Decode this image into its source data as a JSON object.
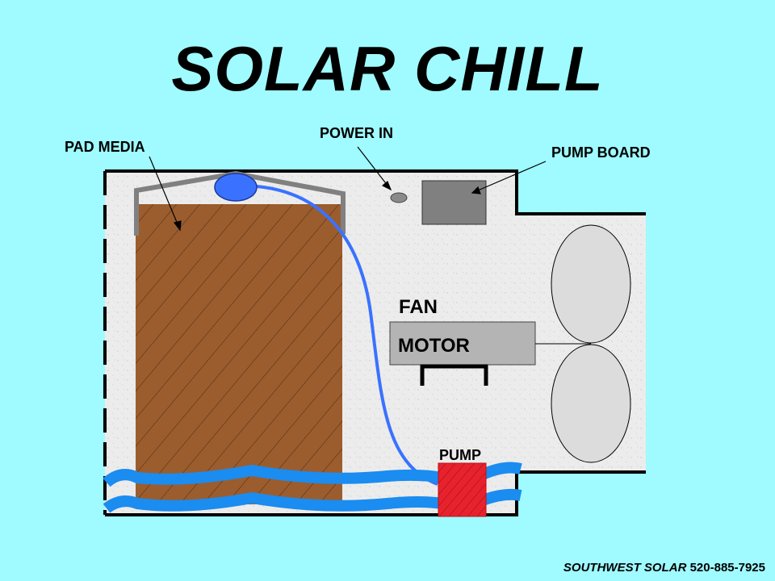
{
  "title": "SOLAR CHILL",
  "labels": {
    "pad_media": "PAD MEDIA",
    "power_in": "POWER IN",
    "pump_board": "PUMP BOARD",
    "fan": "FAN",
    "motor": "MOTOR",
    "pump": "PUMP"
  },
  "footer": {
    "company": "SOUTHWEST SOLAR",
    "phone": "520-885-7925"
  },
  "colors": {
    "background": "#9ffbff",
    "housing": "#ececec",
    "pad_media": "#9b5d2e",
    "water": "#1b8cf0",
    "pump": "#e8222c",
    "distributor": "#3a72ff",
    "motor": "#b4b4b4",
    "fan_blade": "#dcdcdc"
  }
}
